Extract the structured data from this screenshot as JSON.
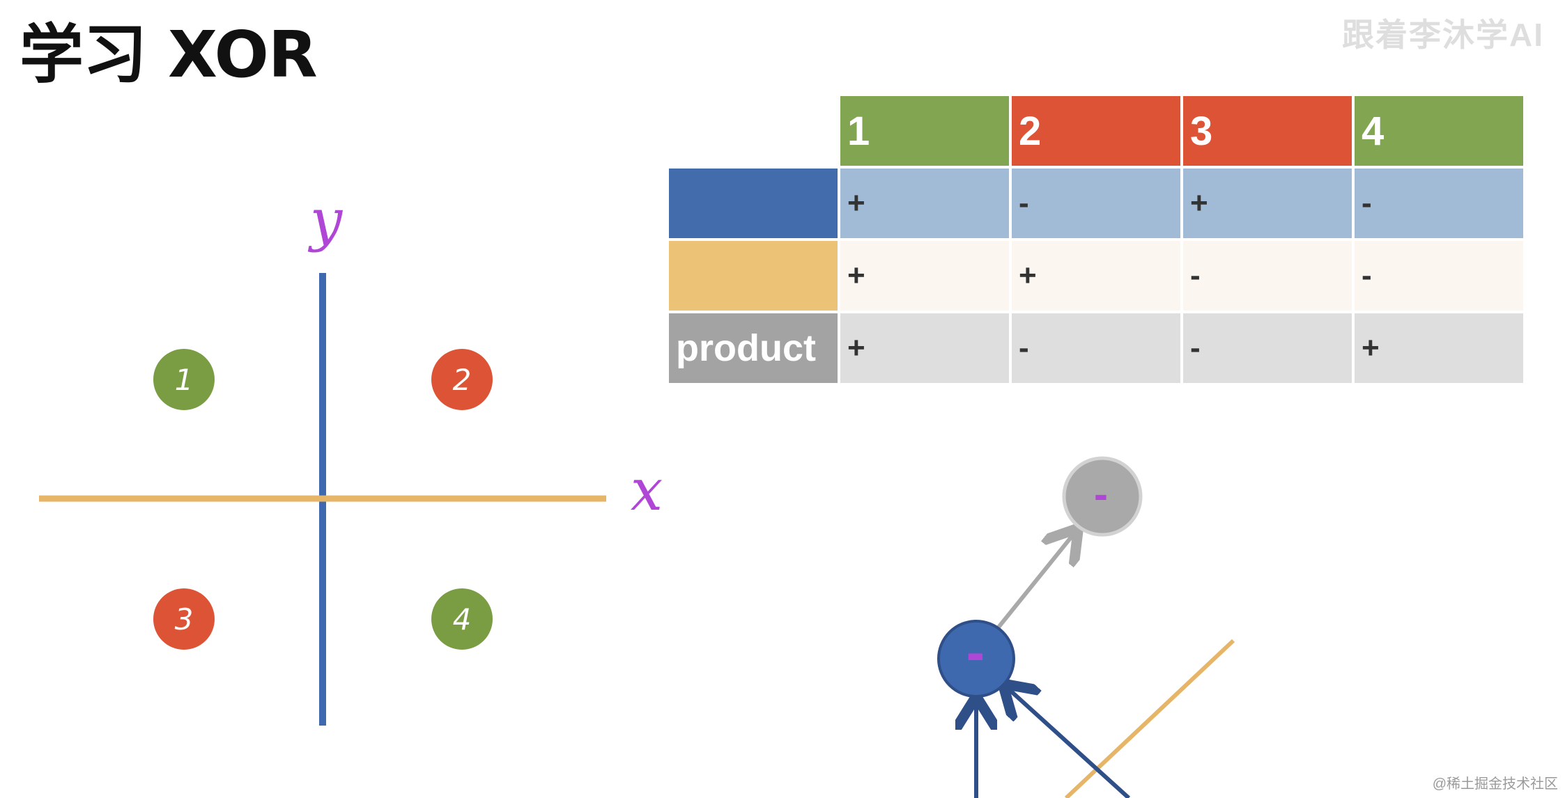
{
  "title": "学习 XOR",
  "watermark_top": "跟着李沐学AI",
  "watermark_bottom": "@稀土掘金技术社区",
  "plane": {
    "y_label": "y",
    "x_label": "x",
    "points": [
      {
        "label": "1",
        "color": "#7a9c43"
      },
      {
        "label": "2",
        "color": "#dd5336"
      },
      {
        "label": "3",
        "color": "#dd5336"
      },
      {
        "label": "4",
        "color": "#7a9c43"
      }
    ],
    "axis_colors": {
      "y": "#3f69ae",
      "x": "#e6b568"
    },
    "annotation_color": "#b046d6"
  },
  "table": {
    "columns": [
      "1",
      "2",
      "3",
      "4"
    ],
    "column_colors": [
      "#82a552",
      "#dd5336",
      "#dd5336",
      "#82a552"
    ],
    "rows": [
      {
        "label": "",
        "color": "#436cad",
        "values": [
          "+",
          "-",
          "+",
          "-"
        ]
      },
      {
        "label": "",
        "color": "#ecc277",
        "values": [
          "+",
          "+",
          "-",
          "-"
        ]
      },
      {
        "label": "product",
        "color": "#a3a3a3",
        "values": [
          "+",
          "-",
          "-",
          "+"
        ]
      }
    ]
  },
  "network": {
    "nodes": [
      {
        "sign": "-",
        "color": "#a9a9a9"
      },
      {
        "sign": "-",
        "color": "#3f69ae"
      }
    ]
  }
}
